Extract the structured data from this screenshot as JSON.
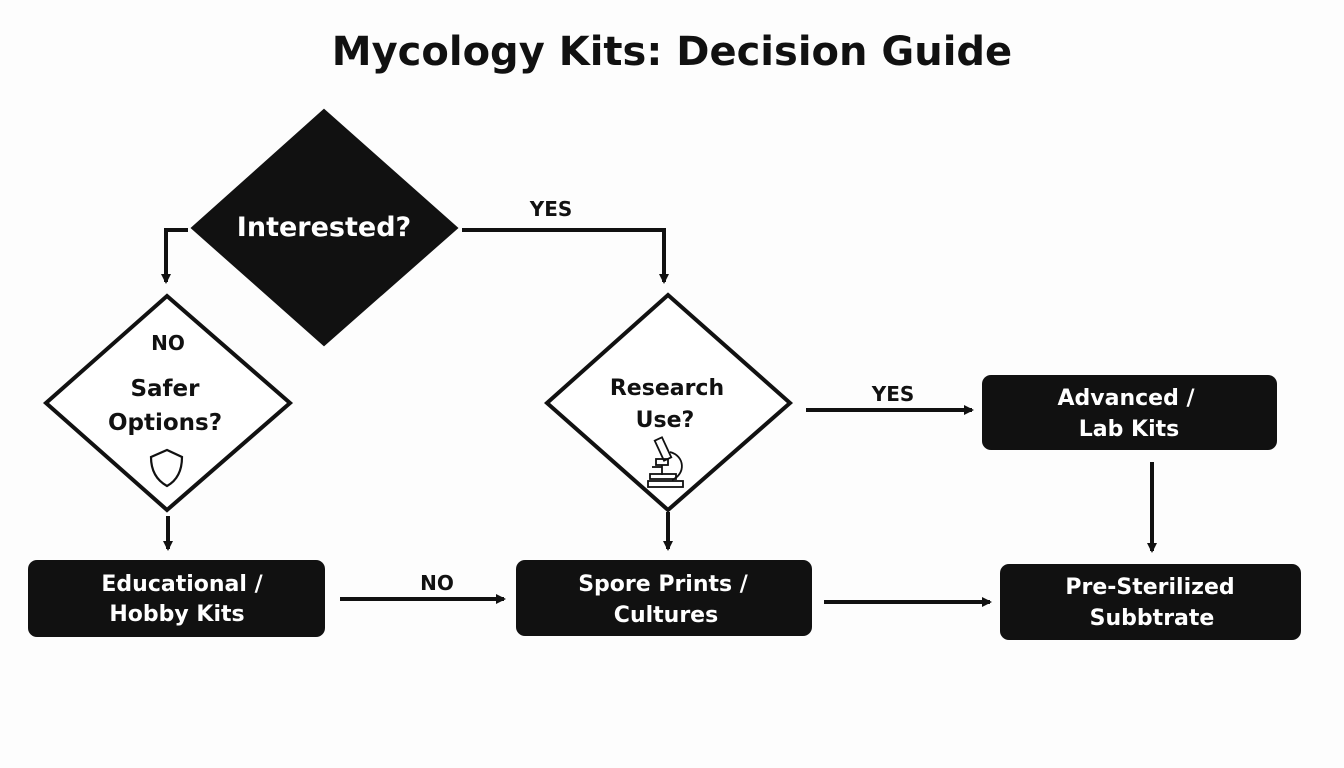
{
  "title": "Mycology Kits: Decision Guide",
  "colors": {
    "ink": "#111111",
    "paper": "#ffffff",
    "background": "#fdfdfd"
  },
  "nodes": {
    "interested": {
      "label": "Interested?"
    },
    "safer_options": {
      "line1": "Safer",
      "line2": "Options?",
      "tag": "NO",
      "icon": "shield-icon"
    },
    "research_use": {
      "line1": "Research",
      "line2": "Use?",
      "icon": "microscope-icon"
    },
    "advanced_lab": {
      "line1": "Advanced /",
      "line2": "Lab Kits"
    },
    "educational": {
      "line1": "Educational /",
      "line2": "Hobby Kits"
    },
    "spore_prints": {
      "line1": "Spore Prints /",
      "line2": "Cultures"
    },
    "pre_sterilized": {
      "line1": "Pre-Sterilized",
      "line2": "Subbtrate"
    }
  },
  "edges": {
    "interested_yes": "YES",
    "research_yes": "YES",
    "educational_no": "NO"
  }
}
